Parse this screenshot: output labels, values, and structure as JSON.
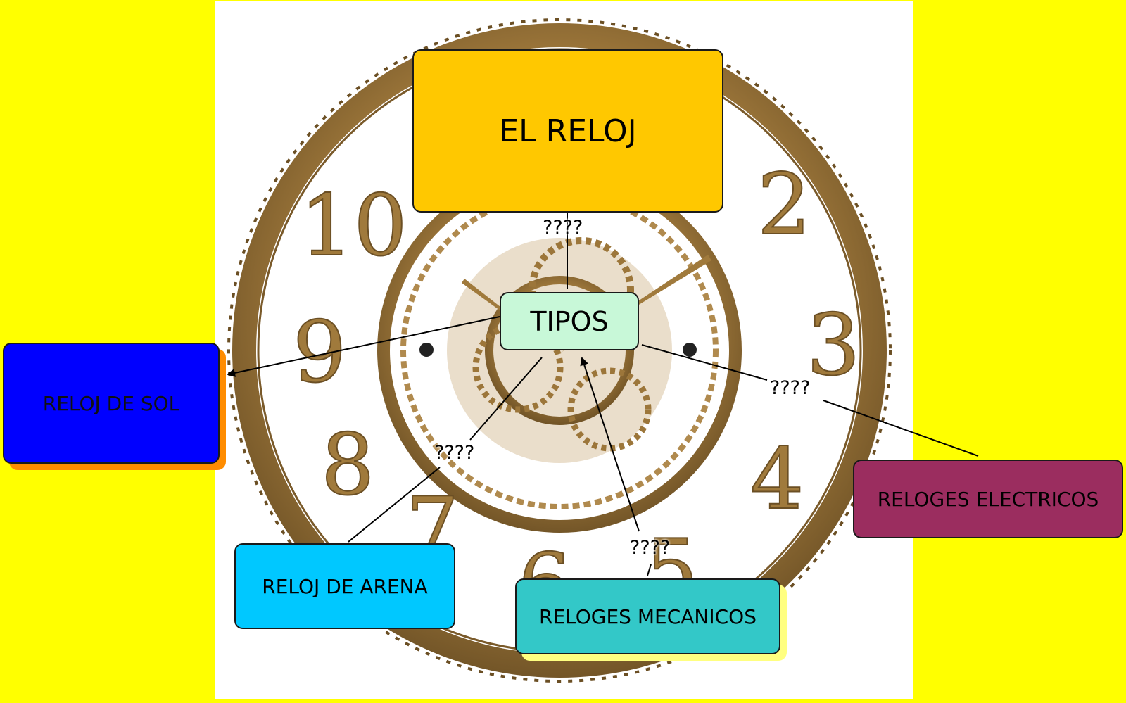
{
  "colors": {
    "background": "#ffff00",
    "title_fill": "#ffc800",
    "tipos_fill": "#c8f8d8",
    "sol_fill": "#0000ff",
    "sol_shadow": "#ff8c00",
    "arena_fill": "#00c8ff",
    "mecanicos_fill": "#33c8c8",
    "mecanicos_shadow": "#ffff80",
    "electricos_fill": "#9b2d5f",
    "clock_bronze": "#a07a3c"
  },
  "background_image": "ornate-bronze-wall-clock-with-gears",
  "nodes": {
    "title": "EL RELOJ",
    "tipos": "TIPOS",
    "sol": "RELOJ DE SOL",
    "arena": "RELOJ DE ARENA",
    "mecanicos": "RELOGES MECANICOS",
    "electricos": "RELOGES ELECTRICOS"
  },
  "links": {
    "title_to_tipos": "????",
    "tipos_to_electricos": "????",
    "tipos_to_arena": "????",
    "mecanicos_to_tipos": "????"
  }
}
